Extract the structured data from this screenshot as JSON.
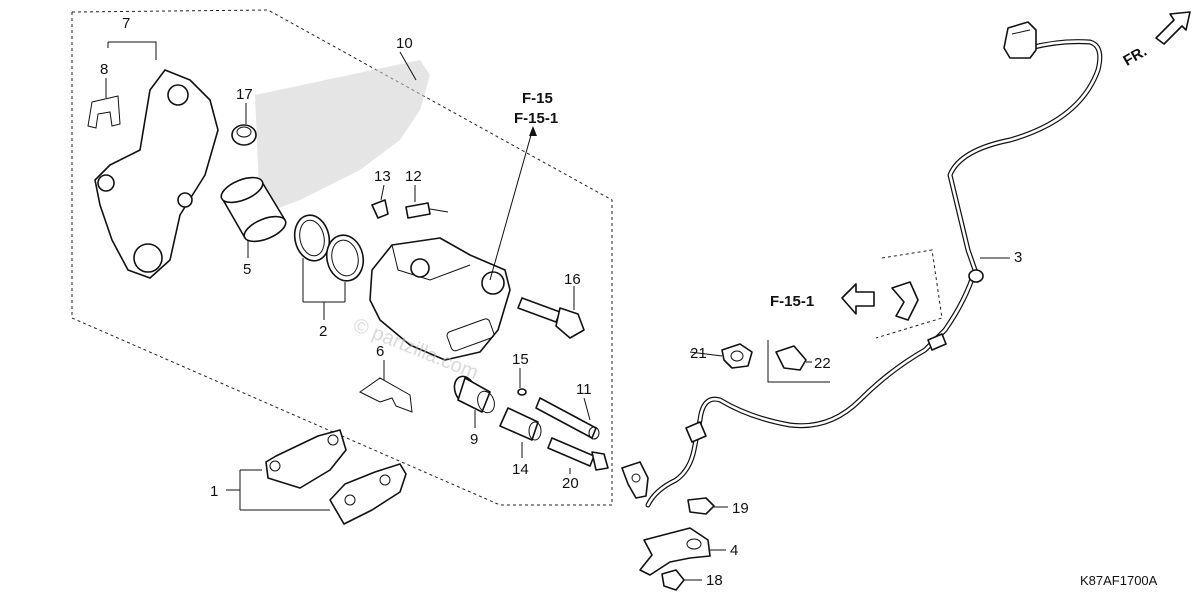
{
  "diagram": {
    "ref_labels": {
      "f15": "F-15",
      "f151_top": "F-15-1",
      "f151_side": "F-15-1"
    },
    "fr_arrow": "FR.",
    "callouts": {
      "n1": "1",
      "n2": "2",
      "n3": "3",
      "n4": "4",
      "n5": "5",
      "n6": "6",
      "n7": "7",
      "n8": "8",
      "n9": "9",
      "n10": "10",
      "n11": "11",
      "n12": "12",
      "n13": "13",
      "n14": "14",
      "n15": "15",
      "n16": "16",
      "n17": "17",
      "n18": "18",
      "n19": "19",
      "n20": "20",
      "n21": "21",
      "n22": "22"
    },
    "watermark": "© partzilla.com",
    "diagram_code": "K87AF1700A"
  }
}
